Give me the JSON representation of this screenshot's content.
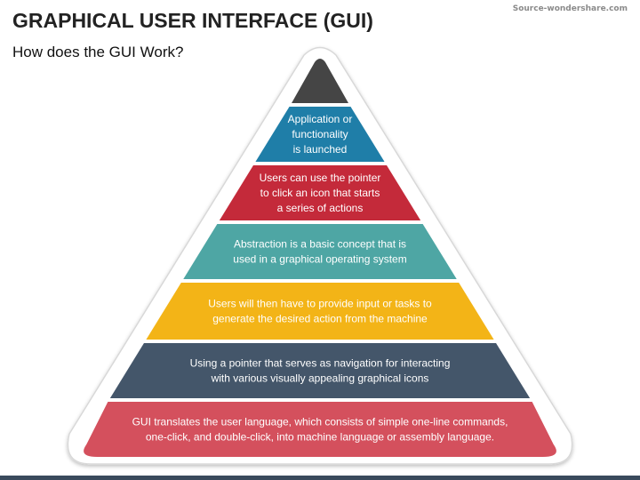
{
  "header": {
    "title": "GRAPHICAL USER INTERFACE (GUI)",
    "subtitle": "How does the GUI Work?",
    "source": "Source-wondershare.com"
  },
  "pyramid": {
    "layers": [
      {
        "color": "#454545",
        "lines": []
      },
      {
        "color": "#1f7ea8",
        "lines": [
          "Application or",
          "functionality",
          "is launched"
        ]
      },
      {
        "color": "#c42a3a",
        "lines": [
          "Users can use the pointer",
          "to click an icon that starts",
          "a series of actions"
        ]
      },
      {
        "color": "#4ea6a4",
        "lines": [
          "Abstraction is a basic concept that is",
          "used in a graphical operating system"
        ]
      },
      {
        "color": "#f3b417",
        "lines": [
          "Users will then have to provide input or tasks to",
          "generate the desired action from the machine"
        ]
      },
      {
        "color": "#44566a",
        "lines": [
          "Using a pointer that serves as navigation for interacting",
          "with various visually appealing graphical icons"
        ]
      },
      {
        "color": "#d4505d",
        "lines": [
          "GUI translates the user language, which consists of simple one-line commands,",
          "one-click, and double-click, into machine language or assembly language."
        ]
      }
    ]
  },
  "colors": {
    "bottom_bar": "#3a4a5c"
  }
}
